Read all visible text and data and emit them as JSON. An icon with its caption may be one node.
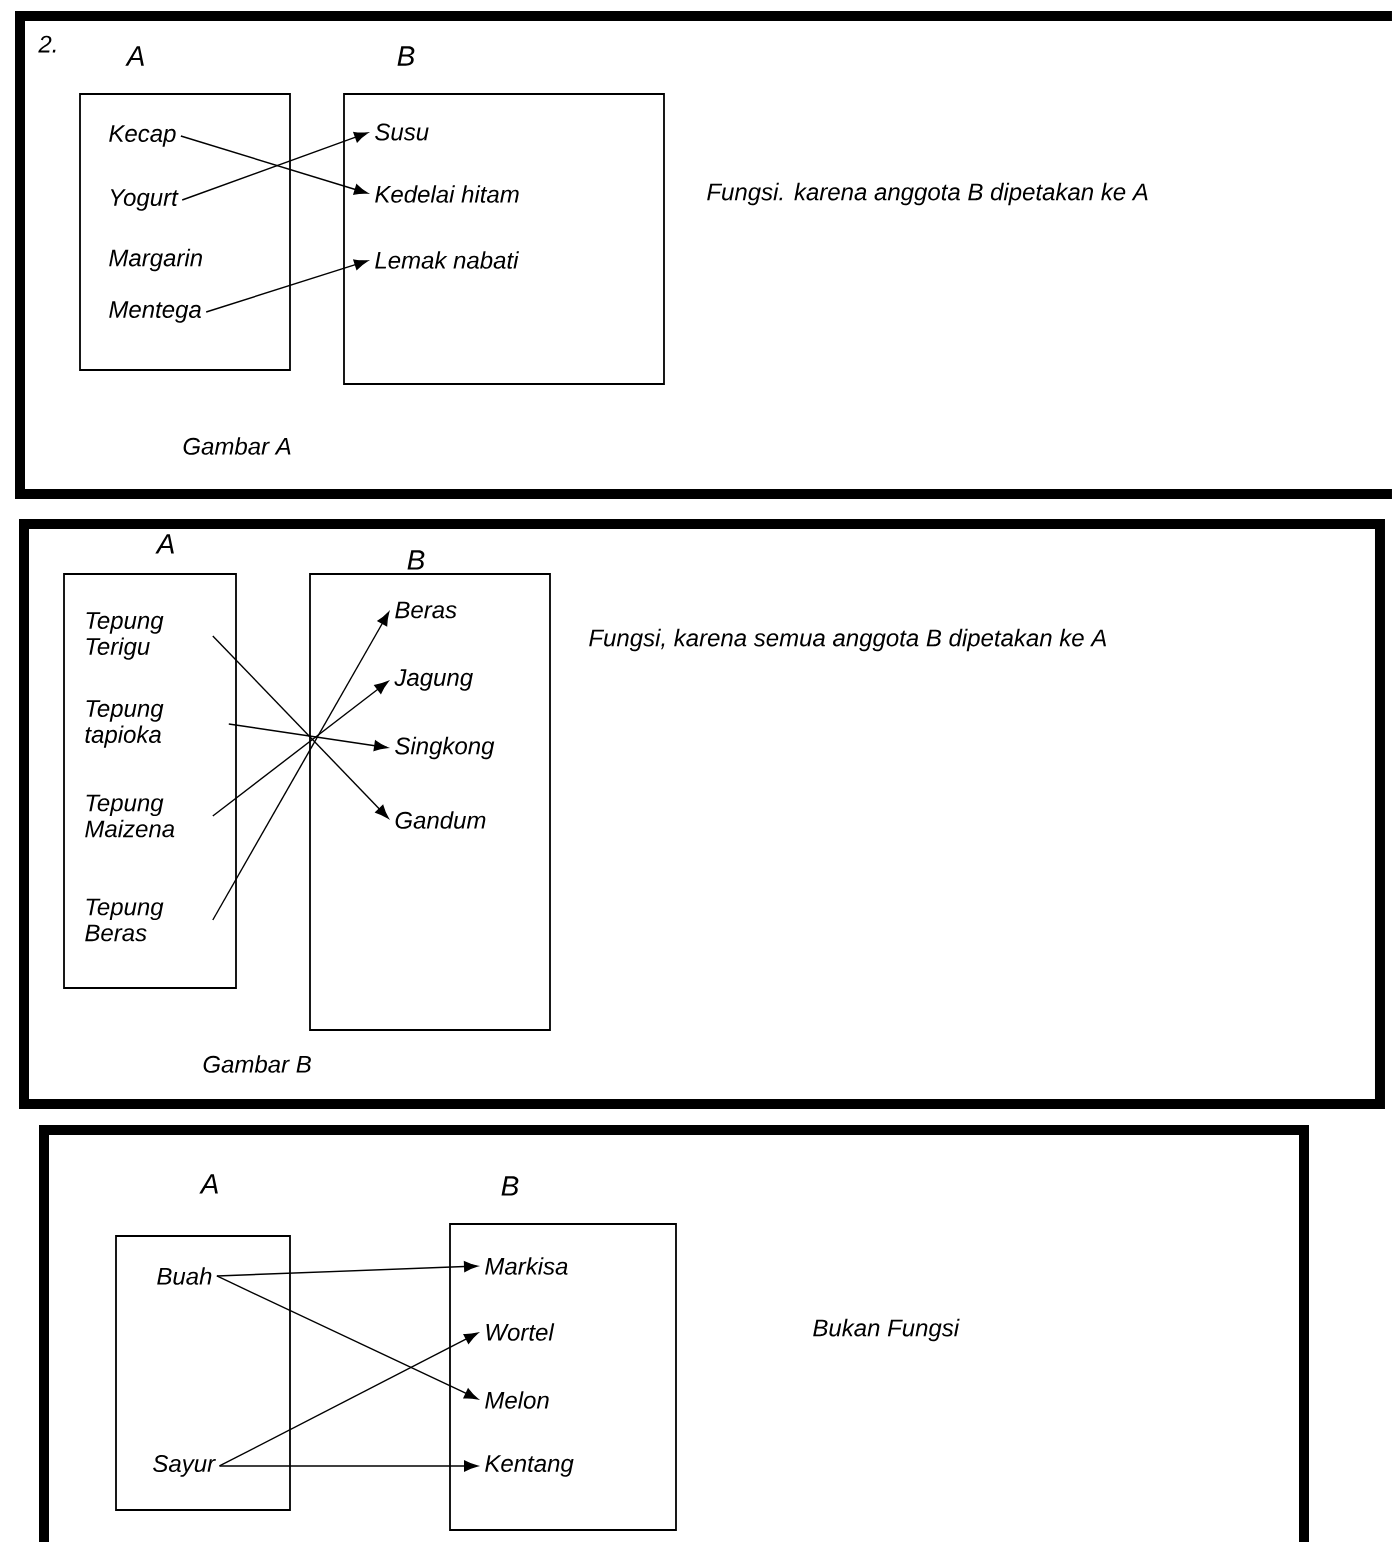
{
  "diagram": {
    "nodes": [
      {
        "text": [
          "A"
        ]
      },
      {
        "text": [
          "Kecap"
        ],
        "in": 0
      },
      {
        "text": [
          "Yogurt"
        ],
        "in": 0
      },
      {
        "text": [
          "Margarin"
        ],
        "in": 0
      },
      {
        "text": [
          "Mentega"
        ],
        "in": 0
      },
      {
        "text": [
          "B"
        ]
      },
      {
        "text": [
          "Susu"
        ],
        "in": 5
      },
      {
        "text": [
          "Kedelai hitam"
        ],
        "in": 5
      },
      {
        "text": [
          "Lemak nabati"
        ],
        "in": 5
      },
      {
        "text": [
          "A"
        ]
      },
      {
        "text": [
          "Tepung Terigu"
        ],
        "in": 9
      },
      {
        "text": [
          "Tepung tapioka"
        ],
        "in": 9
      },
      {
        "text": [
          "Tepung Maizena"
        ],
        "in": 9
      },
      {
        "text": [
          "Tepung Beras"
        ],
        "in": 9
      },
      {
        "text": [
          "B"
        ]
      },
      {
        "text": [
          "Beras"
        ],
        "in": 14
      },
      {
        "text": [
          "Jagung"
        ],
        "in": 14
      },
      {
        "text": [
          "Singkong"
        ],
        "in": 14
      },
      {
        "text": [
          "Gandum"
        ],
        "in": 14
      },
      {
        "text": [
          "A"
        ]
      },
      {
        "text": [
          "Buah"
        ],
        "in": 19
      },
      {
        "text": [
          "Sayur"
        ],
        "in": 19
      },
      {
        "text": [
          "B"
        ]
      },
      {
        "text": [
          "Markisa"
        ],
        "in": 22
      },
      {
        "text": [
          "Wortel"
        ],
        "in": 22
      },
      {
        "text": [
          "Melon"
        ],
        "in": 22
      },
      {
        "text": [
          "Kentang"
        ],
        "in": 22
      }
    ],
    "edges": [
      {
        "from": 1,
        "to": 7,
        "arrow": "to"
      },
      {
        "from": 2,
        "to": 6,
        "arrow": "to"
      },
      {
        "from": 4,
        "to": 8,
        "arrow": "to"
      },
      {
        "from": 10,
        "to": 18,
        "arrow": "to"
      },
      {
        "from": 11,
        "to": 17,
        "arrow": "to"
      },
      {
        "from": 12,
        "to": 16,
        "arrow": "to"
      },
      {
        "from": 13,
        "to": 15,
        "arrow": "to"
      },
      {
        "from": 20,
        "to": 23,
        "arrow": "to"
      },
      {
        "from": 20,
        "to": 25,
        "arrow": "to"
      },
      {
        "from": 21,
        "to": 24,
        "arrow": "to"
      },
      {
        "from": 21,
        "to": 26,
        "arrow": "to"
      }
    ],
    "labels": [
      "2.",
      "Fungsi. karena anggota B dipetakan ke A",
      "Gambar A",
      "Fungsi, karena semua anggota B dipetakan ke A",
      "Gambar B",
      "Bukan Fungsi"
    ]
  }
}
